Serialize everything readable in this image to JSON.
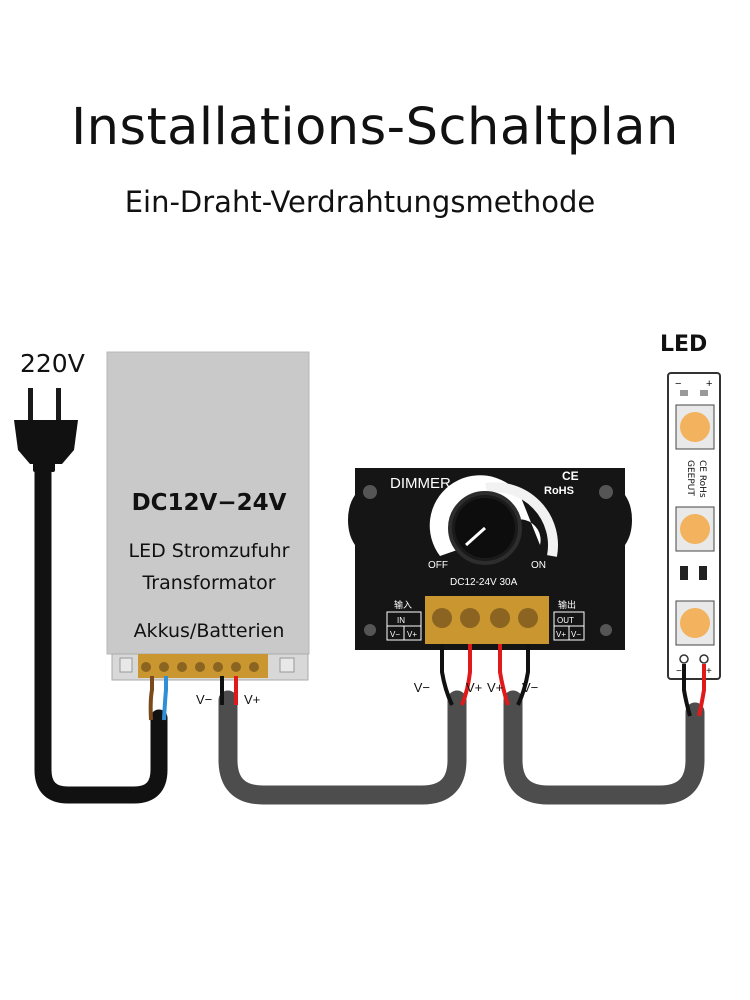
{
  "title": "Installations-Schaltplan",
  "subtitle": "Ein-Draht-Verdrahtungsmethode",
  "mains_label": "220V",
  "psu": {
    "voltage": "DC12V−24V",
    "line1": "LED Stromzufuhr",
    "line2": "Transformator",
    "line3": "Akkus/Batterien",
    "out_neg": "V−",
    "out_pos": "V+"
  },
  "dimmer": {
    "name": "DIMMER",
    "ce": "CE",
    "rohs": "RoHS",
    "off": "OFF",
    "on": "ON",
    "rating": "DC12-24V  30A",
    "in_cn": "输入",
    "in_label": "IN",
    "out_cn": "输出",
    "out_label": "OUT",
    "in_neg": "V−",
    "in_pos": "V+",
    "out_pos": "V+",
    "out_neg": "V−",
    "wire_in_neg": "V−",
    "wire_in_pos": "V+",
    "wire_out_pos": "V+",
    "wire_out_neg": "V−"
  },
  "led": {
    "label": "LED",
    "minus": "−",
    "plus": "+",
    "mark1": "CE RoHs",
    "mark2": "GEEPUT",
    "minus_bottom": "−",
    "plus_bottom": "+"
  },
  "colors": {
    "cable_gray": "#4d4d4d",
    "plug_black": "#111111",
    "wire_red": "#e01a1a",
    "wire_blue": "#2f8fd6",
    "wire_brown": "#7a4a1c",
    "terminal_gold": "#c9962f",
    "psu_gray": "#c9c9c9",
    "dimmer_black": "#151515",
    "led_yellow": "#f3b25d"
  }
}
